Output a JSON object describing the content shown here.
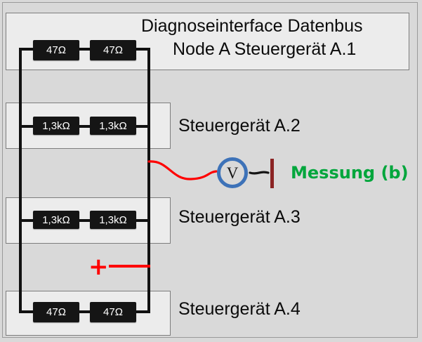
{
  "figure": {
    "title_line_1": "Diagnoseinterface Datenbus",
    "title_line_2": "Node A Steuergerät A.1",
    "background_color": "#d9d9d9",
    "panel_color": "#ececec",
    "wire_color": "#111111",
    "accent_red": "#ff0000",
    "accent_green": "#00a63c",
    "accent_blue": "#3d72b8",
    "terminal_color": "#8b2424"
  },
  "devices": [
    {
      "name": "node-a-steuergeraet-a1",
      "label": "Node A Steuergerät A.1",
      "resistors": [
        {
          "value": "47Ω"
        },
        {
          "value": "47Ω"
        }
      ]
    },
    {
      "name": "steuergeraet-a2",
      "label": "Steuergerät A.2",
      "resistors": [
        {
          "value": "1,3kΩ"
        },
        {
          "value": "1,3kΩ"
        }
      ]
    },
    {
      "name": "steuergeraet-a3",
      "label": "Steuergerät A.3",
      "resistors": [
        {
          "value": "1,3kΩ"
        },
        {
          "value": "1,3kΩ"
        }
      ]
    },
    {
      "name": "steuergeraet-a4",
      "label": "Steuergerät A.4",
      "resistors": [
        {
          "value": "47Ω"
        },
        {
          "value": "47Ω"
        }
      ]
    }
  ],
  "measurement": {
    "label": "Messung (b)",
    "instrument_symbol": "V",
    "instrument_name": "voltmeter"
  },
  "polarity": {
    "symbol": "+"
  }
}
